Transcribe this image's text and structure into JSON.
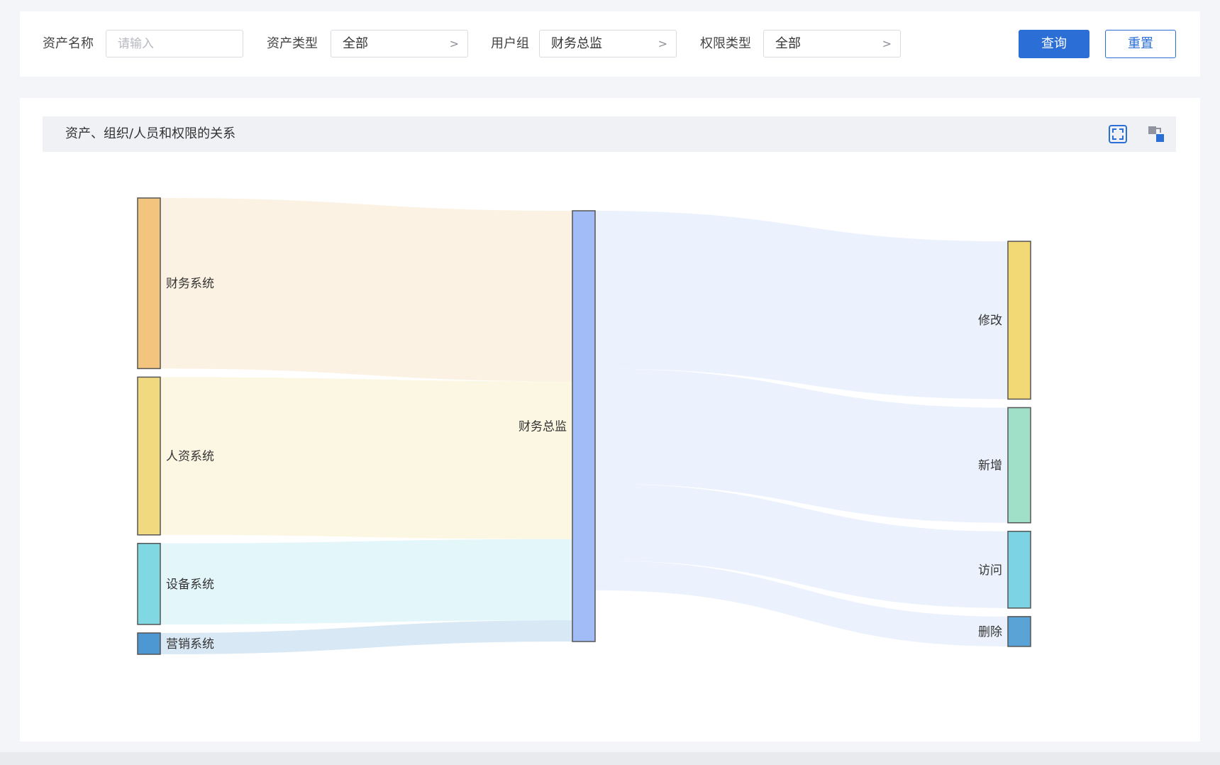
{
  "filters": {
    "asset_name": {
      "label": "资产名称",
      "placeholder": "请输入",
      "value": ""
    },
    "asset_type": {
      "label": "资产类型",
      "value": "全部"
    },
    "user_group": {
      "label": "用户组",
      "value": "财务总监"
    },
    "permission_type": {
      "label": "权限类型",
      "value": "全部"
    },
    "query_label": "查询",
    "reset_label": "重置",
    "chevron": ">"
  },
  "chart_panel": {
    "title": "资产、组织/人员和权限的关系",
    "fullscreen_icon": "fullscreen-icon",
    "switch_icon": "switch-view-icon"
  },
  "colors": {
    "primary": "#2a6ed6",
    "node_finance_system": "#f2c47e",
    "node_hr_system": "#f0d97e",
    "node_device_system": "#80d8e2",
    "node_marketing_system": "#4d97d2",
    "node_finance_director": "#a2bcf7",
    "node_modify": "#f2d976",
    "node_add": "#a0dfc8",
    "node_access": "#7bd3e4",
    "node_delete": "#5aa3d6"
  },
  "chart_data": {
    "type": "sankey",
    "nodes": [
      {
        "id": "finance_system",
        "name": "财务系统",
        "column": 0,
        "color": "#f2c47e"
      },
      {
        "id": "hr_system",
        "name": "人资系统",
        "column": 0,
        "color": "#f0d97e"
      },
      {
        "id": "device_system",
        "name": "设备系统",
        "column": 0,
        "color": "#80d8e2"
      },
      {
        "id": "marketing_system",
        "name": "营销系统",
        "column": 0,
        "color": "#4d97d2"
      },
      {
        "id": "finance_director",
        "name": "财务总监",
        "column": 1,
        "color": "#a2bcf7"
      },
      {
        "id": "modify",
        "name": "修改",
        "column": 2,
        "color": "#f2d976"
      },
      {
        "id": "add",
        "name": "新增",
        "column": 2,
        "color": "#a0dfc8"
      },
      {
        "id": "access",
        "name": "访问",
        "column": 2,
        "color": "#7bd3e4"
      },
      {
        "id": "delete",
        "name": "删除",
        "column": 2,
        "color": "#5aa3d6"
      }
    ],
    "links": [
      {
        "source": "finance_system",
        "target": "finance_director",
        "value": 40
      },
      {
        "source": "hr_system",
        "target": "finance_director",
        "value": 37
      },
      {
        "source": "device_system",
        "target": "finance_director",
        "value": 19
      },
      {
        "source": "marketing_system",
        "target": "finance_director",
        "value": 5
      },
      {
        "source": "finance_director",
        "target": "modify",
        "value": 37
      },
      {
        "source": "finance_director",
        "target": "add",
        "value": 27
      },
      {
        "source": "finance_director",
        "target": "access",
        "value": 18
      },
      {
        "source": "finance_director",
        "target": "delete",
        "value": 7
      }
    ]
  }
}
